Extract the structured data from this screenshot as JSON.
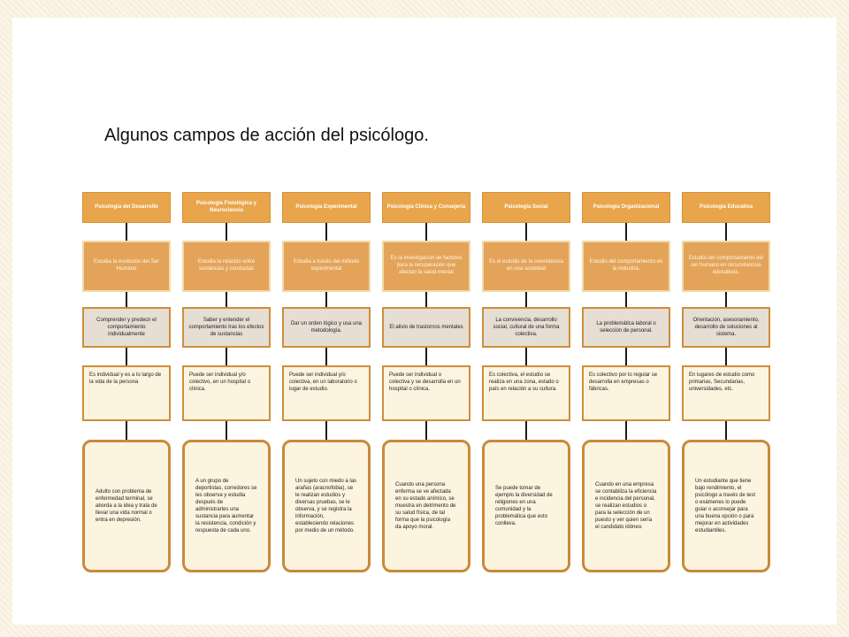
{
  "title": "Algunos campos  de acción del psicólogo.",
  "columns": [
    {
      "header": "Psicología del Desarrollo",
      "definition": "Estudia la evolución del Ser Humano",
      "objective": "Comprender y predecir el comportamiento individualmente",
      "scope": "Es individual y es a lo largo de la vida de la persona",
      "example": "Adulto con problema de enfermedad terminal, se aborda a la idea y trata de llevar una vida normal o entra en depresión."
    },
    {
      "header": "Psicología Fisiológica y Neurociencia",
      "definition": "Estudia la relación entre sustancias y conductas",
      "objective": "Saber y entender el comportamiento tras los efectos de sustancias",
      "scope": "Puede ser individual y/o colectivo, en un hospital o clínica.",
      "example": "A un grupo de deportistas, corredores se les observa y estudia después de administrarles una sustancia para aumentar la resistencia, condición y respuesta de cada uno."
    },
    {
      "header": "Psicología Experimental",
      "definition": "Estudia a través del método experimental",
      "objective": "Dar un orden lógico y usa una metodología.",
      "scope": "Puede ser individual y/o colectiva, en un laboratorio o lugar de estudio.",
      "example": "Un sujeto con miedo a las arañas (aracnofobia), se le realizan estudios y diversas pruebas, se le observa, y se registra la información, estableciendo relaciones por medio de un método."
    },
    {
      "header": "Psicología Clínica y Consejería",
      "definition": "Es la investigación de factores para la recuperación que afectan la salud mental",
      "objective": "El alivio de trastornos mentales",
      "scope": "Puede ser individual o colectiva y se desarrolla en un hospital o clínica.",
      "example": "Cuando una persona enferma se ve afectada en su estado anímico, se muestra en detrimento de su salud física, de tal forma que la psicología da apoyo moral."
    },
    {
      "header": "Psicología Social",
      "definition": "Es el estudio de la coexistencia en una sociedad",
      "objective": "La convivencia, desarrollo social, cultural de una forma colectiva.",
      "scope": "Es colectiva, el estudio se realiza en una zona, estado o país en relación a su cultura.",
      "example": "Se puede tomar de ejemplo la diversidad de religiones en una comunidad y la problemática que esto conlleva."
    },
    {
      "header": "Psicología Organizacional",
      "definition": "Estudio del comportamiento en la industria.",
      "objective": "La problemática laboral o selección de personal.",
      "scope": "Es colectivo por lo regular se desarrolla en empresas o fábricas.",
      "example": "Cuando en una empresa se contabiliza la eficiencia e incidencia del personal, se realizan estudios o para la selección de un puesto y ver quien sería el candidato idóneo."
    },
    {
      "header": "Psicología Educativa",
      "definition": "Estudio del comportamiento del ser humano en circunstancias educativas.",
      "objective": "Orientación, asesoramiento, desarrollo de soluciones al sistema.",
      "scope": "En lugares de estudio como primarias, Secundarias, universidades, etc.",
      "example": "Un estudiante que tiene bajo rendimiento, el psicólogo a través de test o exámenes lo puede guiar o aconsejar para una buena opción o para mejorar en actividades estudiantiles."
    }
  ]
}
